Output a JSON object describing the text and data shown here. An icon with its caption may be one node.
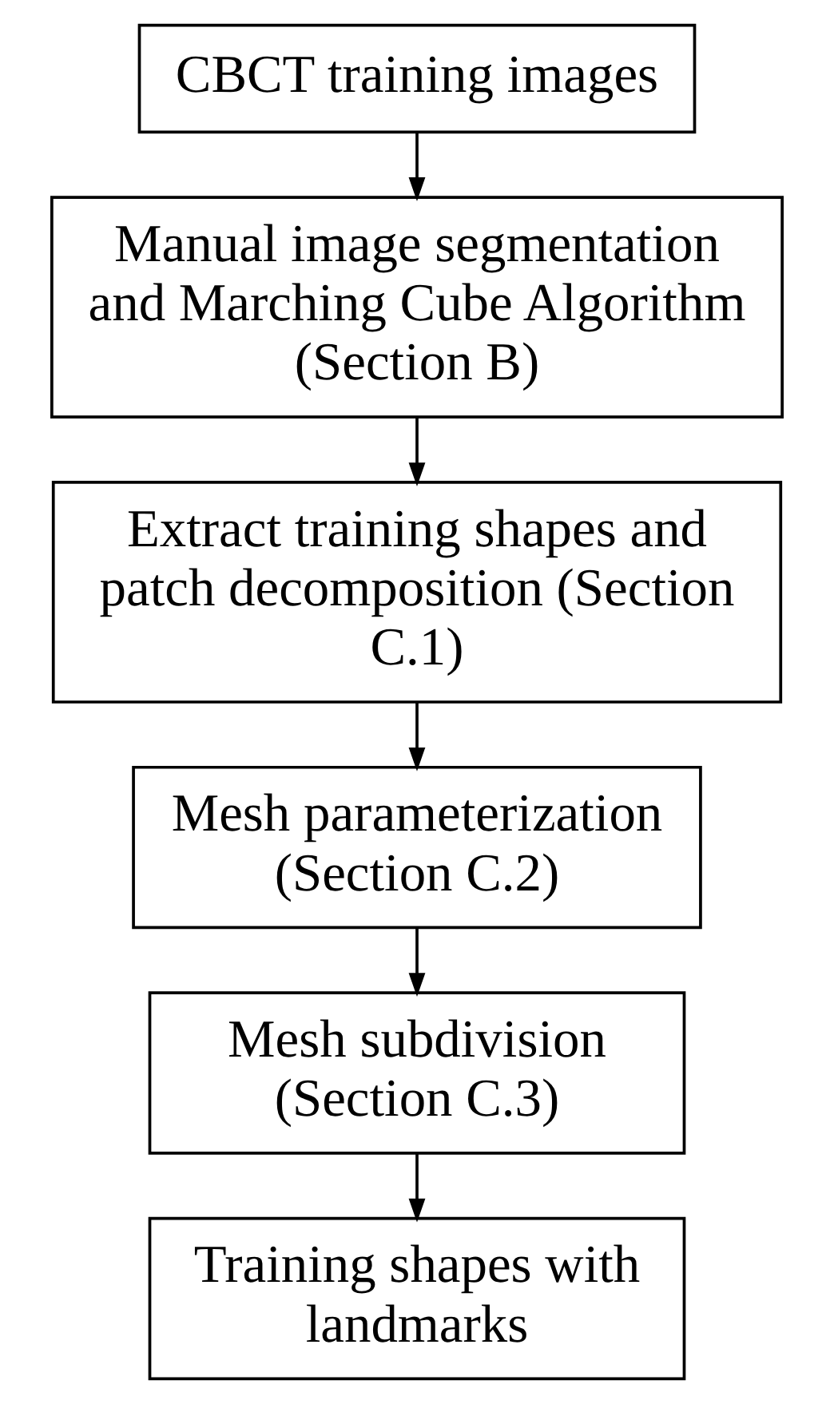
{
  "diagram": {
    "nodes": [
      {
        "text": [
          "CBCT training images"
        ]
      },
      {
        "text": [
          "Manual image segmentation and Marching Cube Algorithm (Section B)"
        ]
      },
      {
        "text": [
          "Extract training shapes and patch decomposition (Section C.1)"
        ]
      },
      {
        "text": [
          "Mesh parameterization (Section C.2)"
        ]
      },
      {
        "text": [
          "Mesh subdivision (Section C.3)"
        ]
      },
      {
        "text": [
          "Training shapes with landmarks"
        ]
      }
    ],
    "edges": [
      {
        "from": 0,
        "to": 1,
        "arrow": "to"
      },
      {
        "from": 1,
        "to": 2,
        "arrow": "to"
      },
      {
        "from": 2,
        "to": 3,
        "arrow": "to"
      },
      {
        "from": 3,
        "to": 4,
        "arrow": "to"
      },
      {
        "from": 4,
        "to": 5,
        "arrow": "to"
      }
    ]
  }
}
